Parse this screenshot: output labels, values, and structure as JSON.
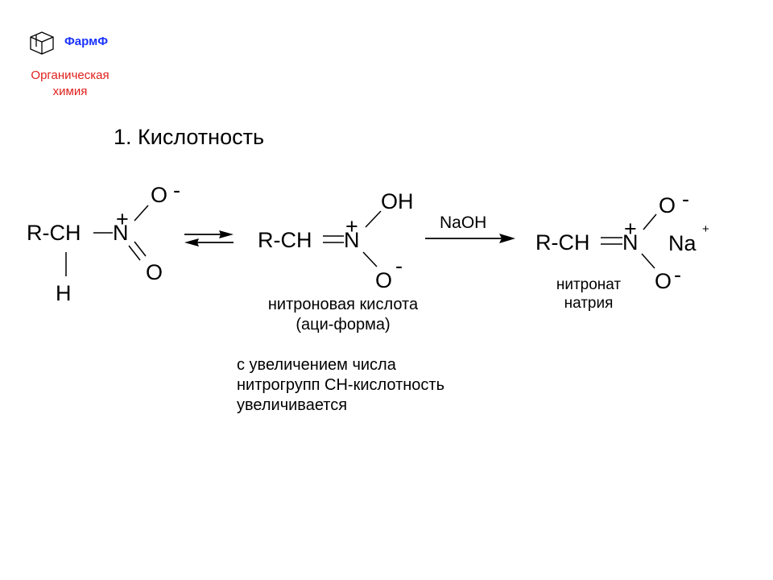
{
  "header": {
    "brand": "ФармФ",
    "subject_line1": "Органическая",
    "subject_line2": "химия",
    "logo_icon": "adamantane-logo-icon",
    "brand_color": "#1a33ff",
    "subject_color": "#e0201b"
  },
  "slide": {
    "title": "1. Кислотность"
  },
  "scheme": {
    "nitro": {
      "rch": "R-CH",
      "n": "N",
      "plus": "+",
      "o_top": "O",
      "o_top_charge": "-",
      "o_bottom": "O",
      "h": "H"
    },
    "aci": {
      "rch": "R-CH",
      "n": "N",
      "plus": "+",
      "oh": "OH",
      "o": "O",
      "o_charge": "-",
      "caption_line1": "нитроновая кислота",
      "caption_line2": "(аци-форма)"
    },
    "reagent": "NaOH",
    "salt": {
      "rch": "R-CH",
      "n": "N",
      "plus": "+",
      "o_top": "O",
      "o_top_charge": "-",
      "o_bottom": "O",
      "o_bottom_charge": "-",
      "na": "Na",
      "na_charge": "+",
      "caption_line1": "нитронат",
      "caption_line2": "натрия"
    }
  },
  "note": {
    "line1": "с увеличением числа",
    "line2": "нитрогрупп CH-кислотность",
    "line3": "увеличивается"
  }
}
